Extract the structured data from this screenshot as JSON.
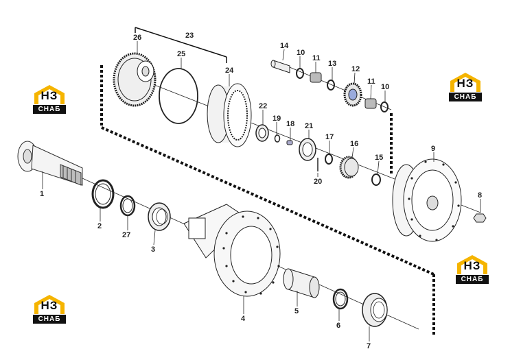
{
  "logo": {
    "mark": "НЗ",
    "name": "СНАБ",
    "brand_color": "#f5b400",
    "dark_color": "#111111"
  },
  "part_labels": {
    "p1": "1",
    "p2": "2",
    "p3": "3",
    "p4": "4",
    "p5": "5",
    "p6": "6",
    "p7": "7",
    "p8": "8",
    "p9": "9",
    "p10a": "10",
    "p10b": "10",
    "p11a": "11",
    "p11b": "11",
    "p12": "12",
    "p13": "13",
    "p14": "14",
    "p15": "15",
    "p16": "16",
    "p17": "17",
    "p18": "18",
    "p19": "19",
    "p20": "20",
    "p21": "21",
    "p22": "22",
    "p23": "23",
    "p24": "24",
    "p25": "25",
    "p26": "26",
    "p27": "27"
  }
}
